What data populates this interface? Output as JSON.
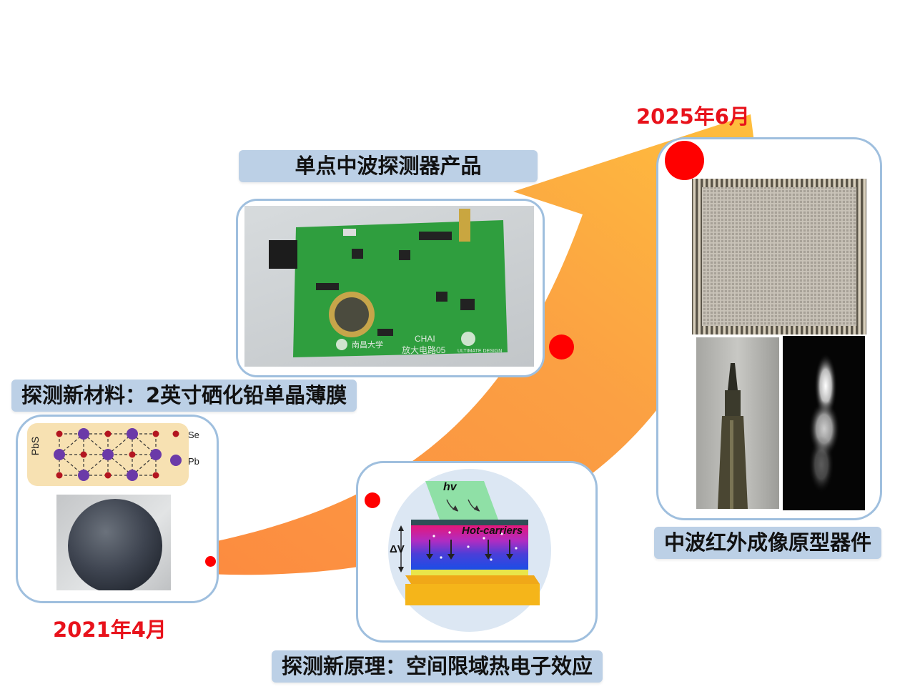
{
  "dates": {
    "start": "2021年4月",
    "end": "2025年6月"
  },
  "labels": {
    "material": "探测新材料：2英寸硒化铅单晶薄膜",
    "principle": "探测新原理：空间限域热电子效应",
    "product": "单点中波探测器产品",
    "prototype": "中波红外成像原型器件"
  },
  "lattice": {
    "compound": "PbS",
    "legend_se": "Se",
    "legend_pb": "Pb"
  },
  "pcb": {
    "brand_text": "CHAI",
    "circuit_text": "放大电路05",
    "university": "南昌大学",
    "design_text": "ULTIMATE DESIGN"
  },
  "schematic": {
    "photon": "hv",
    "carriers": "Hot-carriers",
    "voltage": "ΔV"
  },
  "colors": {
    "date_red": "#e8121b",
    "label_bg": "#bcd0e6",
    "frame_border": "#9fbfde",
    "arrow_orange": "#fb9b3a",
    "dot_red": "#ff0000"
  }
}
